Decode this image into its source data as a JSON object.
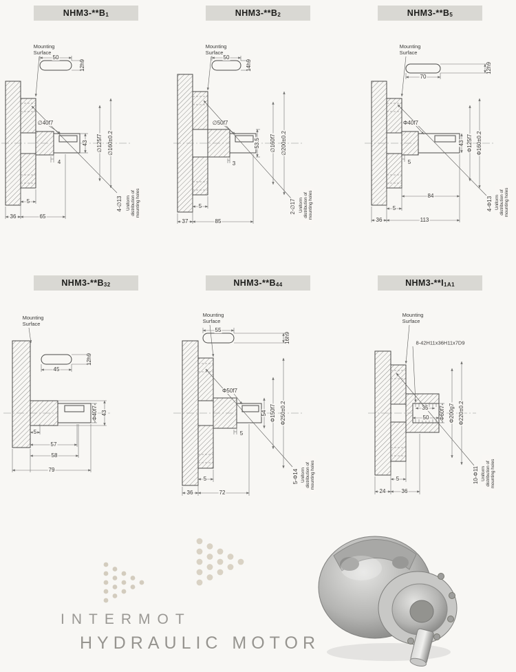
{
  "colors": {
    "page_bg": "#f8f7f4",
    "header_bg": "#d9d8d3",
    "header_text": "#1d1d1b",
    "drawing_line": "#4a4a48",
    "brand_text": "#9a9894",
    "dots": "#d3ccbe"
  },
  "common": {
    "mounting_line1": "Mounting",
    "mounting_line2": "Surface",
    "uniform_note": "Uniform distribution of mounting holes"
  },
  "panels": [
    {
      "title_base": "NHM3-**B",
      "title_sub": "1",
      "dims": {
        "key_len": "50",
        "key_w": "12h9",
        "shaft": "∅40f7",
        "shaft_h": "43",
        "step": "4",
        "pilot": "∅125f7",
        "outer": "∅160±0.2",
        "face": "5",
        "b1": "36",
        "b2": "65",
        "holes": "4-∅13"
      }
    },
    {
      "title_base": "NHM3-**B",
      "title_sub": "2",
      "dims": {
        "key_len": "50",
        "key_w": "14h9",
        "shaft": "∅50f7",
        "shaft_h": "53.5",
        "step": "3",
        "pilot": "∅160f7",
        "outer": "∅200±0.2",
        "face": "5",
        "b1": "37",
        "b2": "85",
        "holes": "2-∅17"
      }
    },
    {
      "title_base": "NHM3-**B",
      "title_sub": "5",
      "dims": {
        "key_len": "70",
        "key_w": "12h9",
        "shaft": "Φ40f7",
        "shaft_h": "43",
        "step": "5",
        "pilot": "Φ125f7",
        "outer": "Φ160±0.2",
        "len1": "84",
        "face": "5",
        "b1": "36",
        "b2": "113",
        "holes": "4-Φ13"
      }
    },
    {
      "title_base": "NHM3-**B",
      "title_sub": "32",
      "dims": {
        "key_len": "45",
        "key_w": "12h9",
        "shaft": "Φ40f7",
        "shaft_h": "43",
        "face": "5",
        "b1": "57",
        "b2": "58",
        "b3": "79"
      }
    },
    {
      "title_base": "NHM3-**B",
      "title_sub": "44",
      "dims": {
        "key_len": "55",
        "key_w": "16h9",
        "shaft": "Φ50f7",
        "shaft_h": "54",
        "step": "5",
        "pilot": "Φ150f7",
        "outer": "Φ250±0.2",
        "face": "5",
        "b1": "36",
        "b2": "72",
        "holes": "5-Φ14"
      }
    },
    {
      "title_base": "NHM3-**I",
      "title_sub": "1A1",
      "dims": {
        "spline": "8-42H11x36H11x7D9",
        "d35": "35",
        "d50": "50",
        "bore": "Φ60f7",
        "pilot": "Φ200g7",
        "outer": "Φ220±0.2",
        "face": "5",
        "b1": "24",
        "b2": "36",
        "holes": "10-Φ11"
      }
    }
  ],
  "footer": {
    "brand_line1": "INTERMOT",
    "brand_line2": "HYDRAULIC MOTOR"
  }
}
